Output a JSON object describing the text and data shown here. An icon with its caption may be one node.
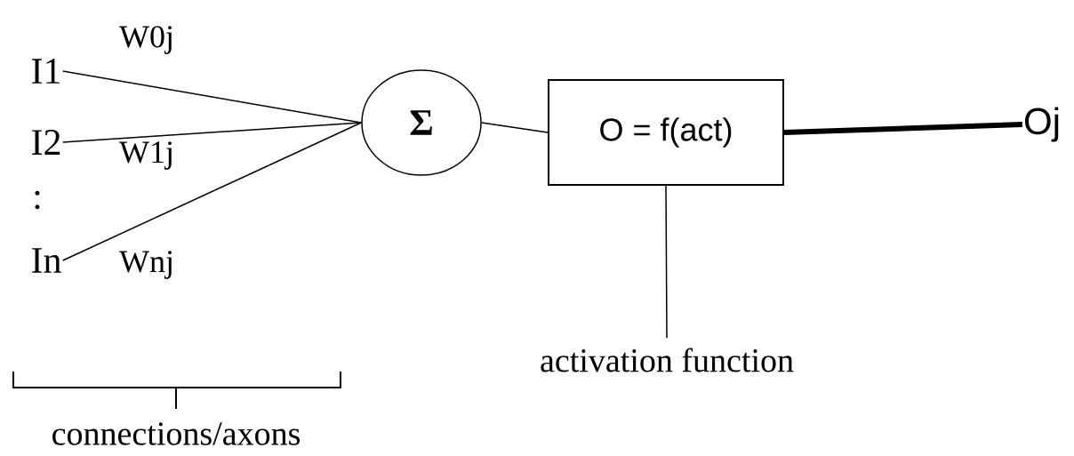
{
  "diagram": {
    "nodes": [
      {
        "text": [
          "I1"
        ]
      },
      {
        "text": [
          "I2"
        ]
      },
      {
        "text": [
          "In"
        ]
      },
      {
        "text": [
          "Σ"
        ]
      },
      {
        "text": [
          "O = f(act)"
        ]
      },
      {
        "text": [
          "Oj"
        ]
      },
      {
        "text": [
          "activation function"
        ]
      }
    ],
    "edges": [
      {
        "from": 0,
        "to": 3,
        "arrow": "none",
        "label": "W0j"
      },
      {
        "from": 1,
        "to": 3,
        "arrow": "none",
        "label": "W1j"
      },
      {
        "from": 2,
        "to": 3,
        "arrow": "none",
        "label": "Wnj"
      },
      {
        "from": 3,
        "to": 4,
        "arrow": "none"
      },
      {
        "from": 4,
        "to": 5,
        "arrow": "none",
        "style": "thick"
      },
      {
        "from": 6,
        "to": 4,
        "arrow": "none"
      }
    ],
    "labels": [
      ":",
      "connections/axons"
    ]
  }
}
